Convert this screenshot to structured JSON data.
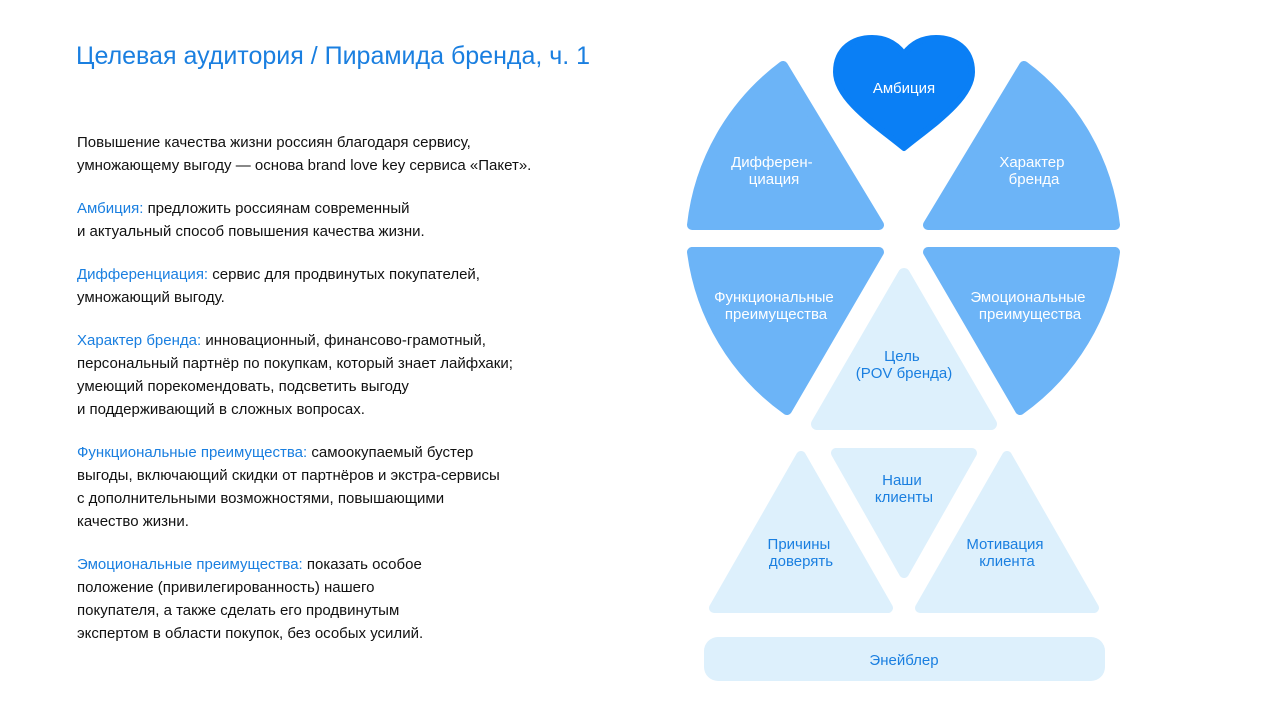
{
  "title": "Целевая аудитория / Пирамида бренда, ч. 1",
  "intro": [
    "Повышение качества жизни россиян благодаря сервису,",
    "умножающему выгоду — основа brand love key сервиса «Пакет»."
  ],
  "sections": [
    {
      "label": "Амбиция:",
      "lines": [
        "предложить россиянам современный",
        "и актуальный способ повышения качества жизни."
      ]
    },
    {
      "label": "Дифференциация:",
      "lines": [
        "сервис для продвинутых покупателей,",
        "умножающий выгоду."
      ]
    },
    {
      "label": "Характер бренда:",
      "lines": [
        "инновационный, финансово-грамотный,",
        "персональный партнёр по покупкам, который знает лайфхаки;",
        "умеющий порекомендовать, подсветить выгоду",
        "и поддерживающий в сложных вопросах."
      ]
    },
    {
      "label": "Функциональные преимущества:",
      "lines": [
        "самоокупаемый бустер",
        "выгоды, включающий скидки от партнёров и экстра-сервисы",
        "с дополнительными возможностями, повышающими",
        "качество жизни."
      ]
    },
    {
      "label": "Эмоциональные преимущества:",
      "lines": [
        "показать особое",
        "положение (привилегированность) нашего",
        "покупателя, а также сделать его продвинутым",
        "экспертом в области покупок, без особых усилий."
      ]
    }
  ],
  "diagram": {
    "ambition": [
      "Амбиция"
    ],
    "differentiation": [
      "Диффeрен-",
      "циация"
    ],
    "character": [
      "Характер",
      "бренда"
    ],
    "functional": [
      "Функциональные",
      "преимущества"
    ],
    "emotional": [
      "Эмоциональные",
      "преимущества"
    ],
    "goal": [
      "Цель",
      "(POV бренда)"
    ],
    "clients": [
      "Наши",
      "клиенты"
    ],
    "trust": [
      "Причины",
      "доверять"
    ],
    "motivation": [
      "Мотивация",
      "клиента"
    ],
    "enabler": [
      "Энейблер"
    ]
  },
  "colors": {
    "accent": "#1a7fe0",
    "heart": "#0a7ff5",
    "mid_blue": "#6cb4f7",
    "light_blue": "#ddf0fc",
    "light_text": "#1a7fe0",
    "white_text": "#ffffff"
  }
}
